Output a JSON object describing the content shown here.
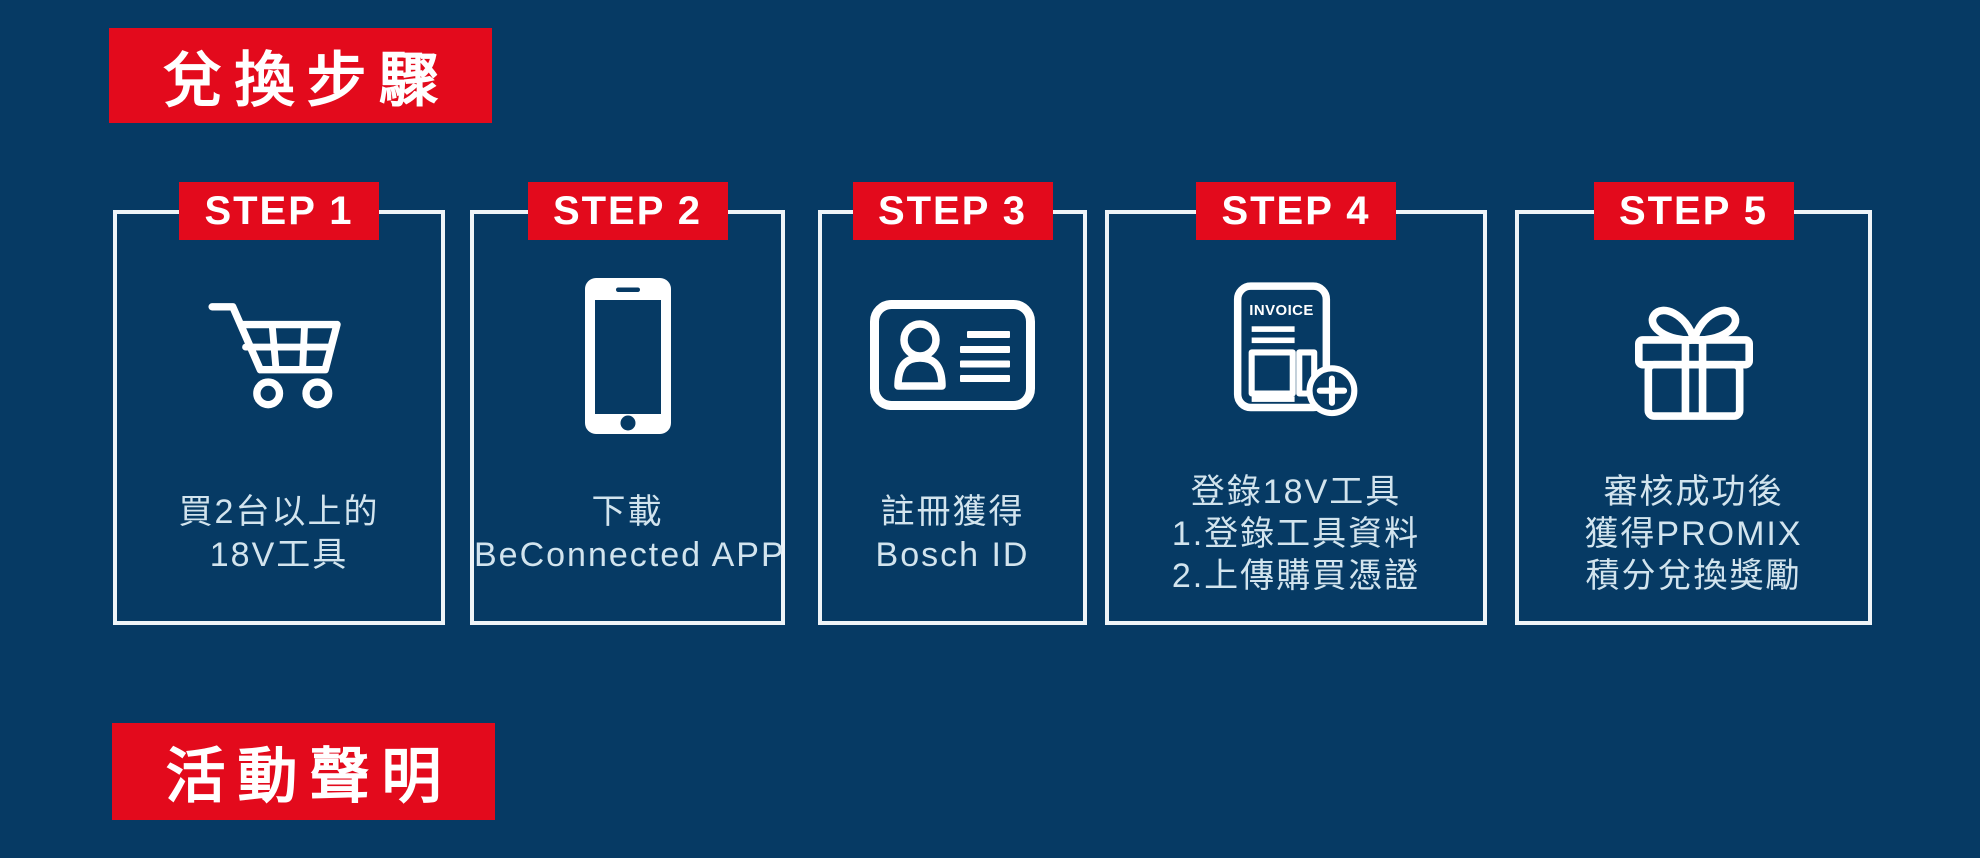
{
  "colors": {
    "background_navy": "#063a64",
    "accent_red": "#e30a1c",
    "card_border_white": "#eef4f8",
    "body_text_light_blue": "#d2e4ee",
    "title_text_white": "#ffffff"
  },
  "header_banner": {
    "label": "兌換步驟"
  },
  "footer_banner": {
    "label": "活動聲明"
  },
  "steps": [
    {
      "label": "STEP 1",
      "icon": "shopping-cart-icon",
      "lines": [
        "買2台以上的",
        "18V工具"
      ]
    },
    {
      "label": "STEP 2",
      "icon": "smartphone-icon",
      "lines": [
        "下載",
        "BeConnected APP"
      ]
    },
    {
      "label": "STEP 3",
      "icon": "id-card-icon",
      "lines": [
        "註冊獲得",
        "Bosch ID"
      ]
    },
    {
      "label": "STEP 4",
      "icon": "invoice-add-icon",
      "invoice_label": "INVOICE",
      "lines": [
        "登錄18V工具",
        "1.登錄工具資料",
        "2.上傳購買憑證"
      ]
    },
    {
      "label": "STEP 5",
      "icon": "gift-box-icon",
      "lines": [
        "審核成功後",
        "獲得PROMIX",
        "積分兌換獎勵"
      ]
    }
  ]
}
